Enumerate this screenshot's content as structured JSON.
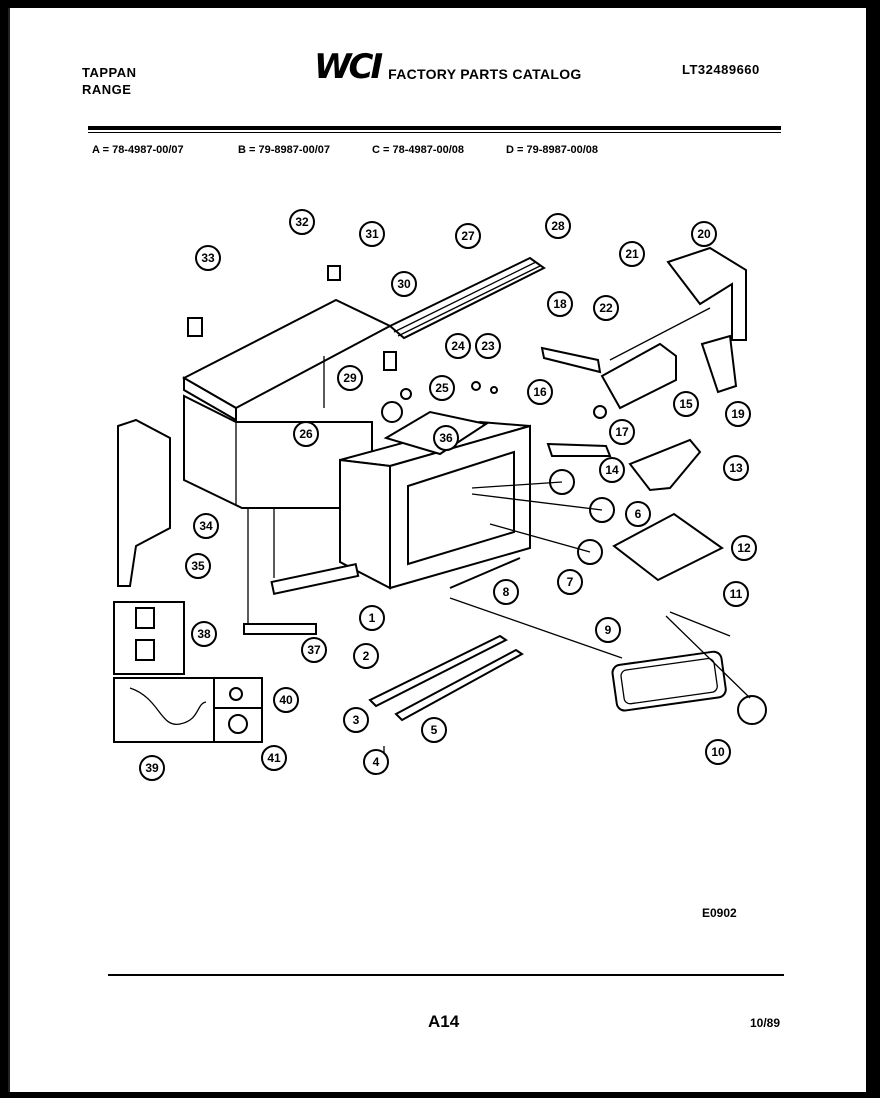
{
  "header": {
    "brand_line1": "TAPPAN",
    "brand_line2": "RANGE",
    "logo": "WCI",
    "catalog_title": "FACTORY PARTS CATALOG",
    "model": "LT32489660"
  },
  "model_codes": {
    "a": "A = 78-4987-00/07",
    "b": "B = 79-8987-00/07",
    "c": "C = 78-4987-00/08",
    "d": "D = 79-8987-00/08"
  },
  "callouts": [
    "1",
    "2",
    "3",
    "4",
    "5",
    "6",
    "7",
    "8",
    "9",
    "10",
    "11",
    "12",
    "13",
    "14",
    "15",
    "16",
    "17",
    "18",
    "19",
    "20",
    "21",
    "22",
    "23",
    "24",
    "25",
    "26",
    "27",
    "28",
    "29",
    "30",
    "31",
    "32",
    "33",
    "34",
    "35",
    "36",
    "37",
    "38",
    "39",
    "40",
    "41"
  ],
  "footer": {
    "figure_id": "E0902",
    "page_number": "A14",
    "date": "10/89"
  }
}
